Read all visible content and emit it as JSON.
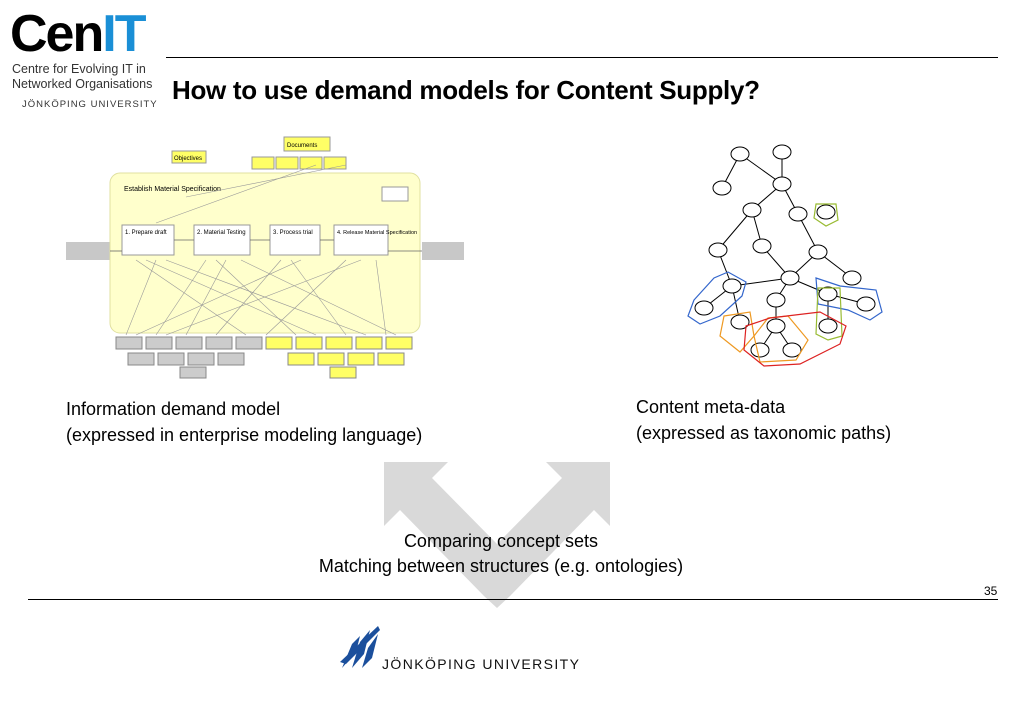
{
  "logo": {
    "brand_cen": "Cen",
    "brand_it": "IT",
    "line1": "Centre for Evolving IT in",
    "line2": "Networked Organisations",
    "university": "JÖNKÖPING UNIVERSITY"
  },
  "title": "How to use demand models for Content Supply?",
  "left_diagram": {
    "top_box": "Documents",
    "objectives_box": "Objectives",
    "process_title": "Establish Material Specification",
    "steps": [
      "1. Prepare draft",
      "2. Material Testing",
      "3. Process trial",
      "4. Release Material Specification"
    ]
  },
  "left_caption": {
    "line1": "Information demand model",
    "line2": "(expressed in enterprise modeling language)"
  },
  "right_caption": {
    "line1": "Content meta-data",
    "line2": "(expressed as taxonomic paths)"
  },
  "center_text": {
    "line1": "Comparing concept sets",
    "line2": "Matching between structures (e.g. ontologies)"
  },
  "page_number": "35",
  "footer": {
    "university": "JÖNKÖPING UNIVERSITY"
  },
  "colors": {
    "brand_blue": "#1a8fd6",
    "arrow_gray": "#d9d9d9",
    "yellow_box": "#ffff66",
    "process_bg": "#ffffd0"
  }
}
